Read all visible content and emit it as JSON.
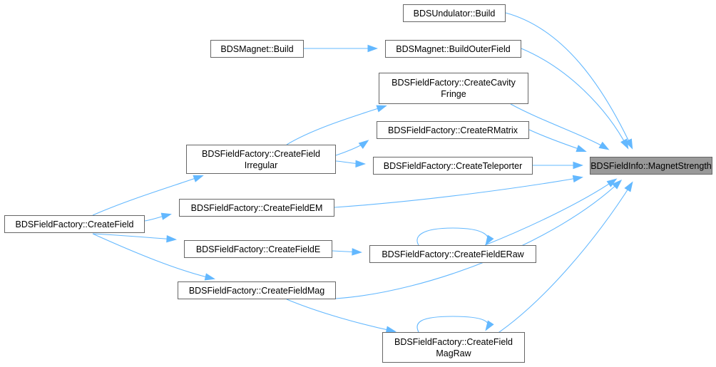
{
  "graph": {
    "edge_color": "#63b8ff",
    "node_border_color": "#666666",
    "focus_fill_color": "#999999",
    "nodes": {
      "magnet_strength": [
        "BDSFieldInfo::MagnetStrength"
      ],
      "undulator_build": [
        "BDSUndulator::Build"
      ],
      "magnet_build": [
        "BDSMagnet::Build"
      ],
      "build_outer_field": [
        "BDSMagnet::BuildOuterField"
      ],
      "create_cavity_fringe": [
        "BDSFieldFactory::CreateCavity",
        "Fringe"
      ],
      "create_rmatrix": [
        "BDSFieldFactory::CreateRMatrix"
      ],
      "create_field_irregular": [
        "BDSFieldFactory::CreateField",
        "Irregular"
      ],
      "create_teleporter": [
        "BDSFieldFactory::CreateTeleporter"
      ],
      "create_field_em": [
        "BDSFieldFactory::CreateFieldEM"
      ],
      "create_field": [
        "BDSFieldFactory::CreateField"
      ],
      "create_field_e": [
        "BDSFieldFactory::CreateFieldE"
      ],
      "create_field_eraw": [
        "BDSFieldFactory::CreateFieldERaw"
      ],
      "create_field_mag": [
        "BDSFieldFactory::CreateFieldMag"
      ],
      "create_field_mag_raw": [
        "BDSFieldFactory::CreateField",
        "MagRaw"
      ]
    },
    "edges": [
      [
        "undulator_build",
        "magnet_strength"
      ],
      [
        "build_outer_field",
        "magnet_strength"
      ],
      [
        "create_cavity_fringe",
        "magnet_strength"
      ],
      [
        "create_rmatrix",
        "magnet_strength"
      ],
      [
        "create_teleporter",
        "magnet_strength"
      ],
      [
        "create_field_em",
        "magnet_strength"
      ],
      [
        "create_field_eraw",
        "magnet_strength"
      ],
      [
        "create_field_mag",
        "magnet_strength"
      ],
      [
        "create_field_mag_raw",
        "magnet_strength"
      ],
      [
        "magnet_build",
        "build_outer_field"
      ],
      [
        "create_field_irregular",
        "create_cavity_fringe"
      ],
      [
        "create_field_irregular",
        "create_rmatrix"
      ],
      [
        "create_field_irregular",
        "create_teleporter"
      ],
      [
        "create_field",
        "create_field_irregular"
      ],
      [
        "create_field",
        "create_field_em"
      ],
      [
        "create_field",
        "create_field_e"
      ],
      [
        "create_field",
        "create_field_mag"
      ],
      [
        "create_field_e",
        "create_field_eraw"
      ],
      [
        "create_field_mag",
        "create_field_mag_raw"
      ],
      [
        "create_field_eraw",
        "create_field_eraw"
      ],
      [
        "create_field_mag_raw",
        "create_field_mag_raw"
      ]
    ]
  }
}
